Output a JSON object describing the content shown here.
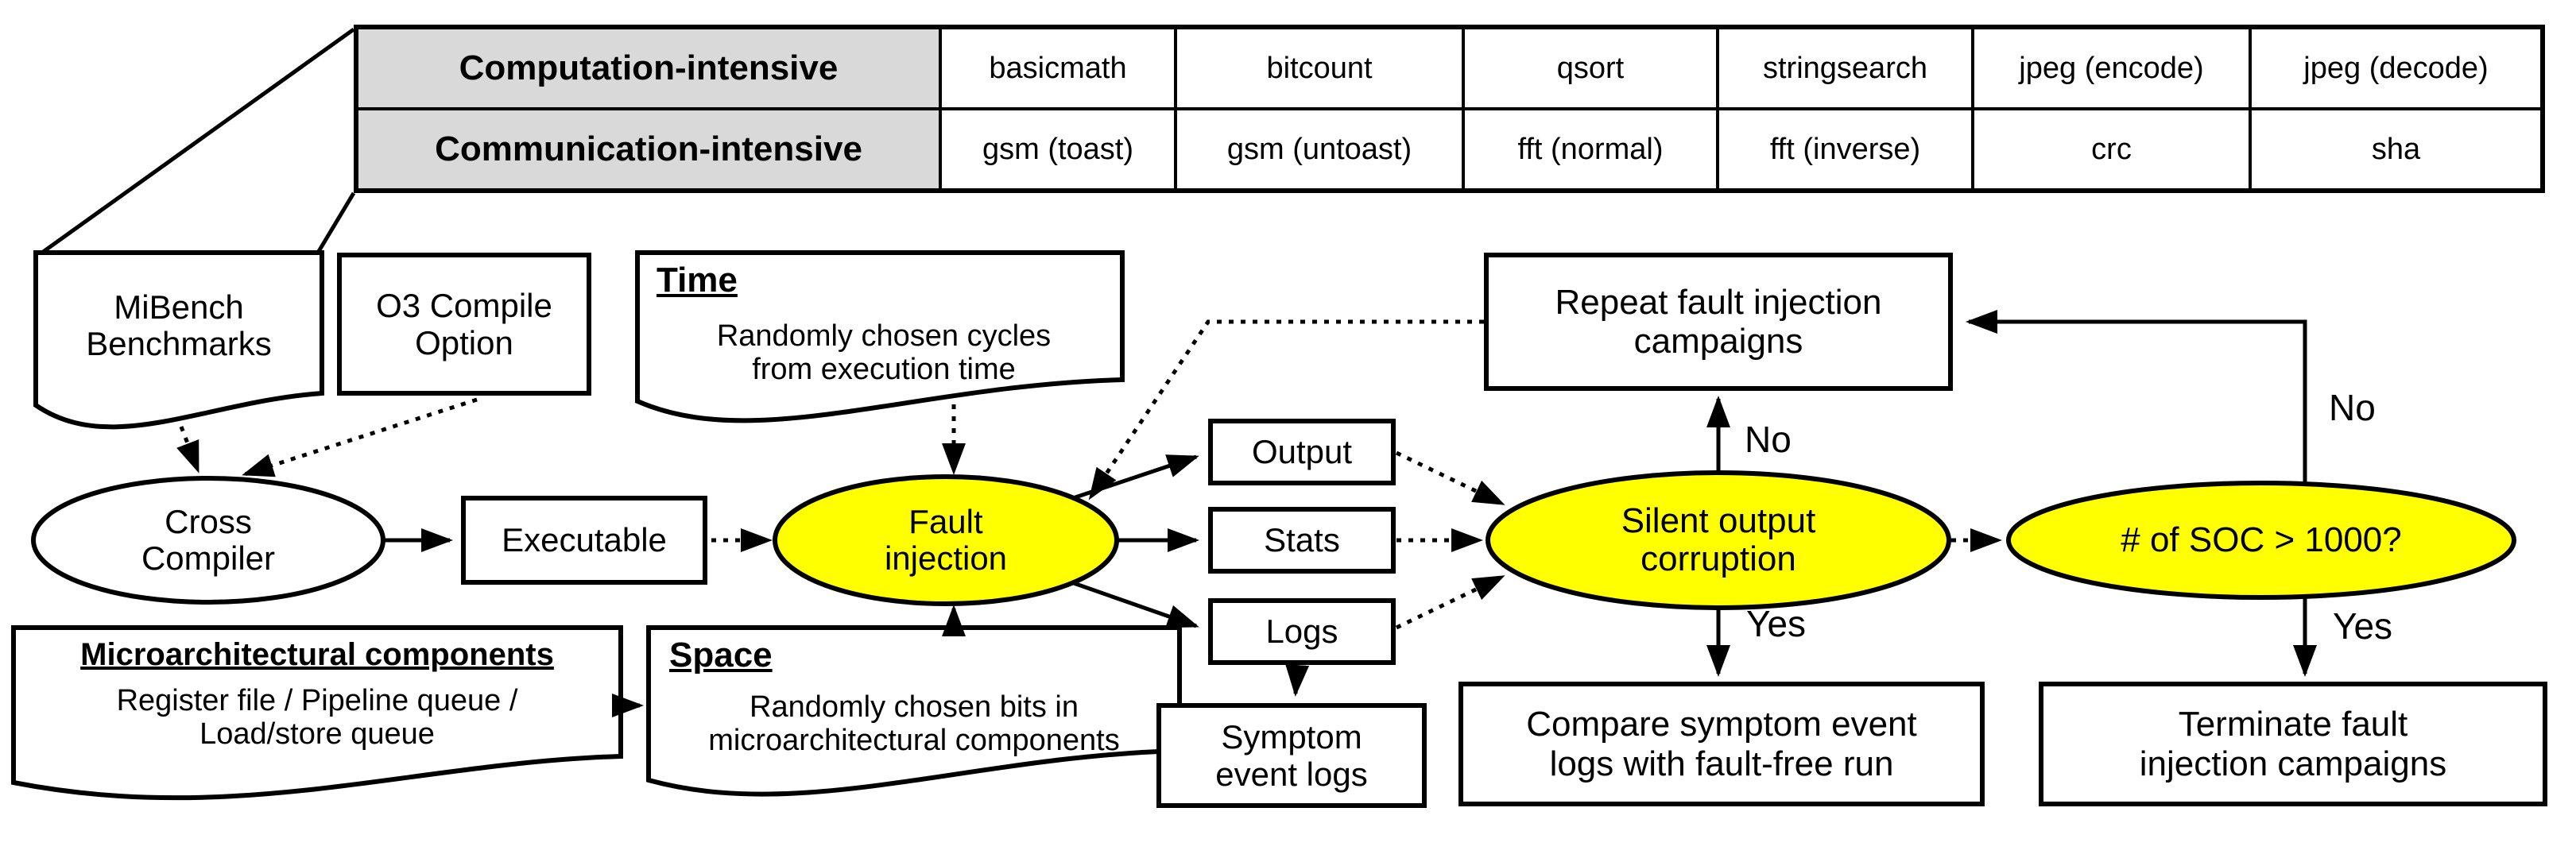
{
  "table": {
    "rows": [
      {
        "header": "Computation-intensive",
        "cells": [
          "basicmath",
          "bitcount",
          "qsort",
          "stringsearch",
          "jpeg (encode)",
          "jpeg (decode)"
        ]
      },
      {
        "header": "Communication-intensive",
        "cells": [
          "gsm (toast)",
          "gsm (untoast)",
          "fft (normal)",
          "fft (inverse)",
          "crc",
          "sha"
        ]
      }
    ]
  },
  "nodes": {
    "mibench": {
      "label": "MiBench\nBenchmarks"
    },
    "o3": {
      "label": "O3 Compile\nOption"
    },
    "time": {
      "title": "Time",
      "body": "Randomly chosen cycles\nfrom execution time"
    },
    "cross_compiler": {
      "label": "Cross\nCompiler"
    },
    "executable": {
      "label": "Executable"
    },
    "fault_injection": {
      "label": "Fault\ninjection"
    },
    "output": {
      "label": "Output"
    },
    "stats": {
      "label": "Stats"
    },
    "logs": {
      "label": "Logs"
    },
    "symptom": {
      "label": "Symptom\nevent logs"
    },
    "microarch": {
      "title": "Microarchitectural components",
      "body": "Register file / Pipeline queue /\nLoad/store queue"
    },
    "space": {
      "title": "Space",
      "body": "Randomly chosen bits in\nmicroarchitectural components"
    },
    "repeat": {
      "label": "Repeat fault injection\ncampaigns"
    },
    "soc": {
      "label": "Silent output\ncorruption"
    },
    "soc_check": {
      "label": "# of SOC > 1000?"
    },
    "compare": {
      "label": "Compare symptom event\nlogs with fault-free run"
    },
    "terminate": {
      "label": "Terminate fault\ninjection campaigns"
    }
  },
  "edge_labels": {
    "no_repeat": "No",
    "no_check": "No",
    "yes_compare": "Yes",
    "yes_terminate": "Yes"
  },
  "colors": {
    "highlight": "#FFFF00",
    "header_bg": "#D9D9D9",
    "line": "#000000",
    "shape_fill": "#FFFFFF"
  }
}
